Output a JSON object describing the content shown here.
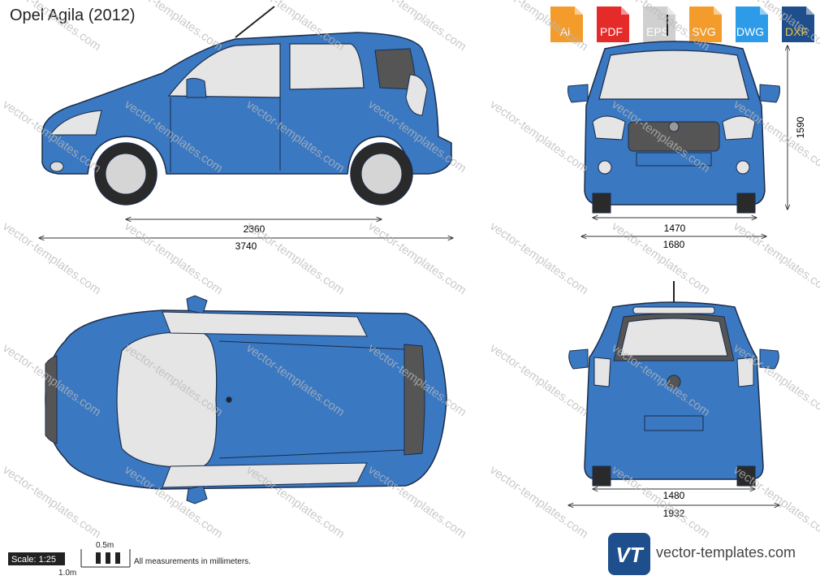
{
  "page": {
    "title": "Opel Agila (2012)"
  },
  "formats": [
    {
      "label": "Ai",
      "color": "#f39c2b"
    },
    {
      "label": "PDF",
      "color": "#e52a2a"
    },
    {
      "label": "EPS",
      "color": "#d8d8d8"
    },
    {
      "label": "SVG",
      "color": "#f39c2b"
    },
    {
      "label": "DWG",
      "color": "#2d9be8"
    },
    {
      "label": "DXF",
      "color": "#1e4f8c"
    }
  ],
  "watermark": "vector-templates.com",
  "dimensions": {
    "wheelbase": "2360",
    "length": "3740",
    "height": "1590",
    "front_track": "1470",
    "front_width": "1680",
    "rear_track": "1480",
    "rear_width": "1932"
  },
  "scale": {
    "label": "Scale: 1:25",
    "half": "0.5m",
    "full": "1.0m"
  },
  "note": "All measurements in millimeters.",
  "brand": {
    "logo_text": "VT",
    "name": "vector-templates.com"
  },
  "colors": {
    "body": "#3a78c2",
    "outline": "#1b2d4a",
    "glass": "#e5e5e5",
    "dark": "#555555"
  }
}
